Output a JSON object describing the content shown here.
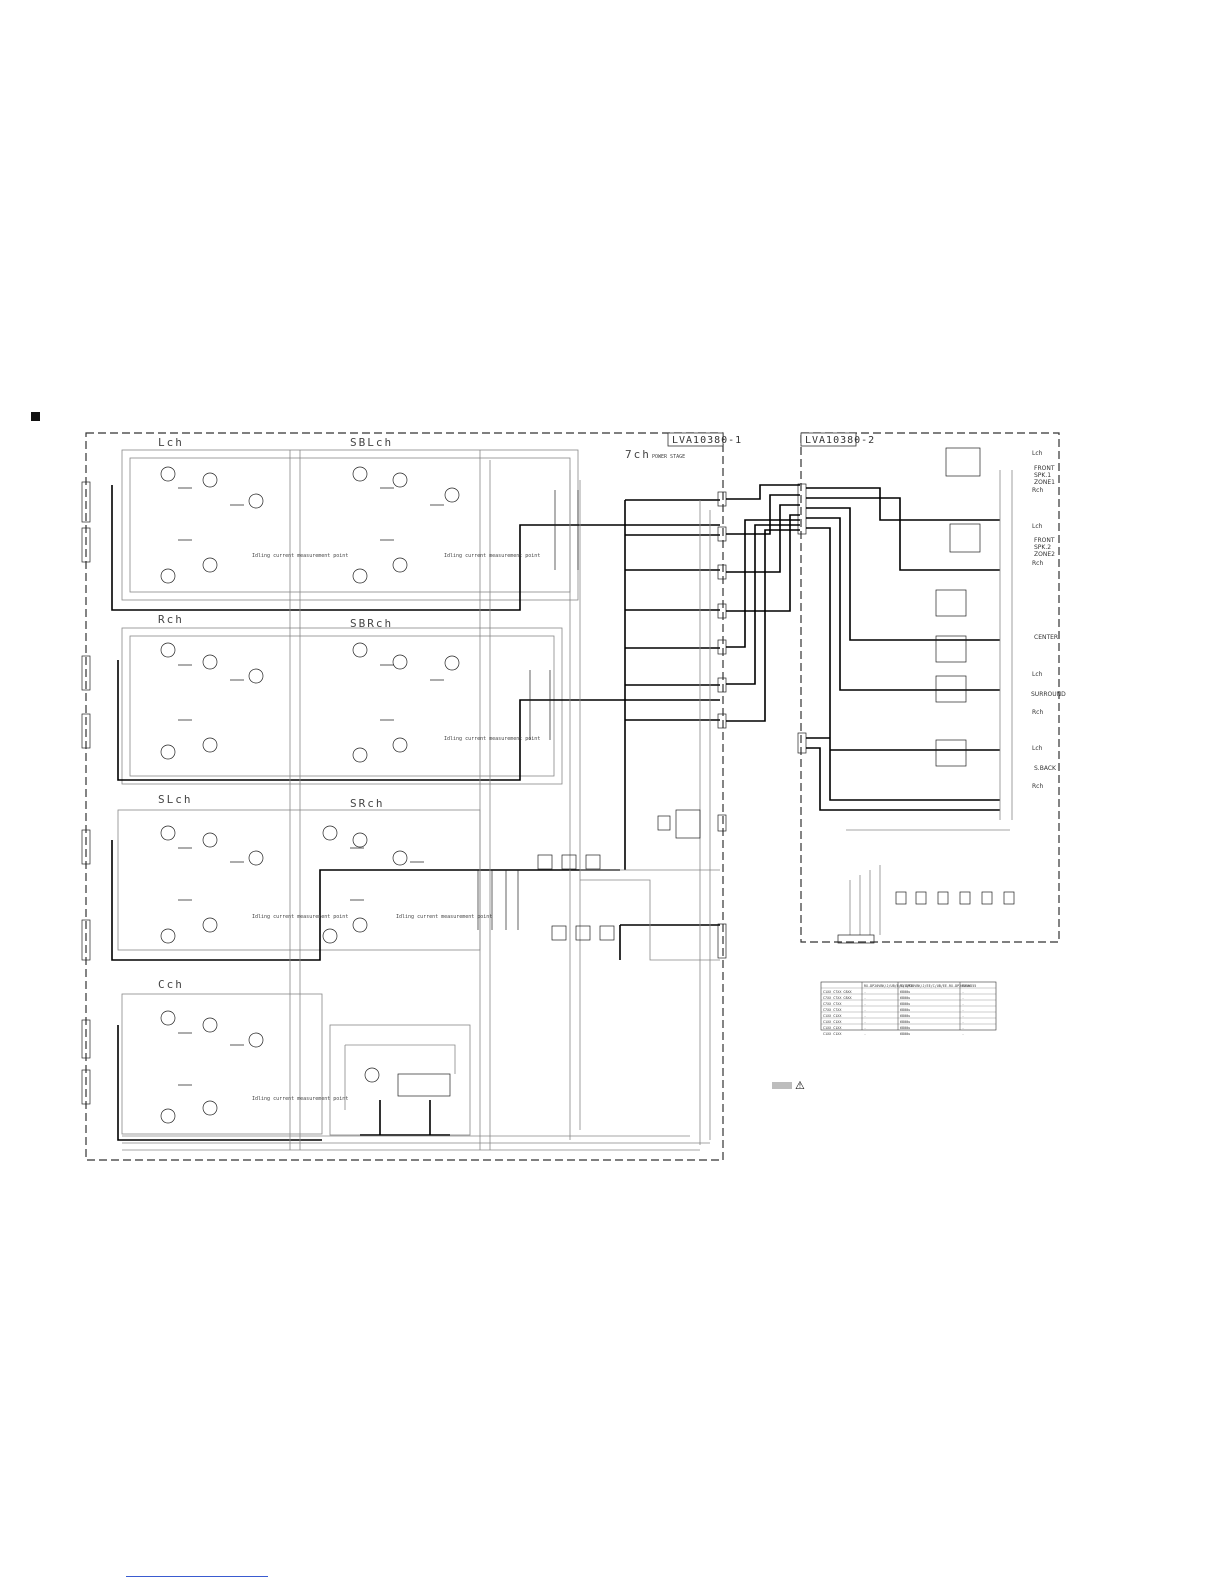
{
  "board_labels": {
    "board1": "LVA10380-1",
    "board2": "LVA10380-2",
    "stage_title": "7ch",
    "stage_sub": "POWER STAGE"
  },
  "channels": {
    "lch": "Lch",
    "sblch": "SBLch",
    "rch": "Rch",
    "sbrch": "SBRch",
    "slch": "SLch",
    "srch": "SRch",
    "cch": "Cch"
  },
  "outputs": {
    "front1": [
      "Lch",
      "FRONT",
      "SPK.1",
      "ZONE1",
      "Rch"
    ],
    "front2": [
      "Lch",
      "FRONT",
      "SPK.2",
      "ZONE2",
      "Rch"
    ],
    "center": "CENTER",
    "surround": [
      "Lch",
      "SURROUND",
      "Rch"
    ],
    "sback": [
      "Lch",
      "S.BACK",
      "Rch"
    ]
  },
  "notes": {
    "idling": "Idling current measurement point",
    "warning": "⚠"
  },
  "table": {
    "headers": [
      "",
      "RX-DP20VBK/J/UB/B/C/E/EE",
      "RX-DP20VBK/J/EE/C/UB/EE-RX-DP20VBK",
      "SX-WD55"
    ],
    "rows": [
      [
        "C1XX  C7XX  C8XX",
        "-",
        "6800u",
        "-"
      ],
      [
        "C7XX  C7XX  C8XX",
        "-",
        "6800u",
        "-"
      ],
      [
        "C7XX  C7XX",
        "-",
        "6800u",
        "-"
      ],
      [
        "C7XX  C7XX",
        "-",
        "6800u",
        "-"
      ],
      [
        "C1XX  C1XX",
        "-",
        "6800u",
        "-"
      ],
      [
        "C1XX  C1XX",
        "-",
        "6800u",
        "-"
      ],
      [
        "C1XX  C1XX",
        "-",
        "6800u",
        "-"
      ],
      [
        "C1XX  C1XX",
        "-",
        "6800u",
        "-"
      ]
    ]
  }
}
